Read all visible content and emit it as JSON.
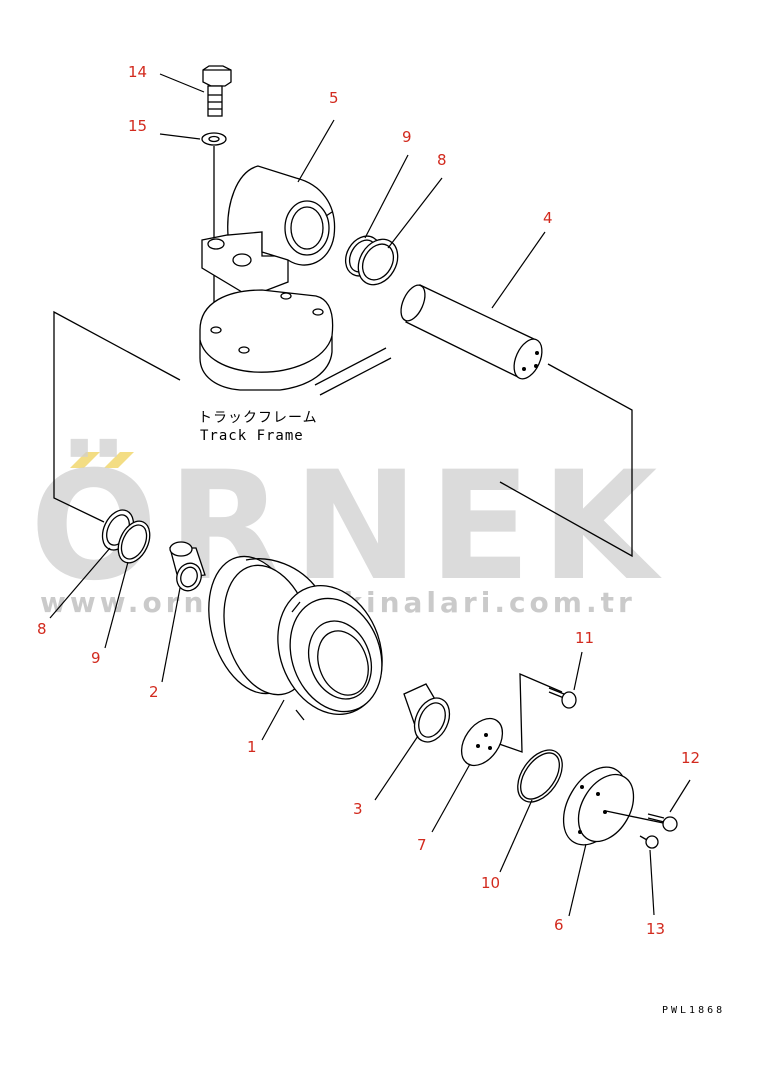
{
  "diagram": {
    "callouts": {
      "c1": "1",
      "c2": "2",
      "c3": "3",
      "c4": "4",
      "c5": "5",
      "c6": "6",
      "c7": "7",
      "c8a": "8",
      "c8b": "8",
      "c9a": "9",
      "c9b": "9",
      "c10": "10",
      "c11": "11",
      "c12": "12",
      "c13": "13",
      "c14": "14",
      "c15": "15"
    },
    "frame_label_jp": "トラックフレーム",
    "frame_label_en": "Track Frame",
    "drawing_code": "PWL1868",
    "watermark": {
      "brand": "ÖRNEK",
      "url": "www.ornekismakinalari.com.tr",
      "accent_color": "#f3dd84"
    },
    "colors": {
      "callout": "#d22a1e",
      "line": "#000000"
    }
  }
}
